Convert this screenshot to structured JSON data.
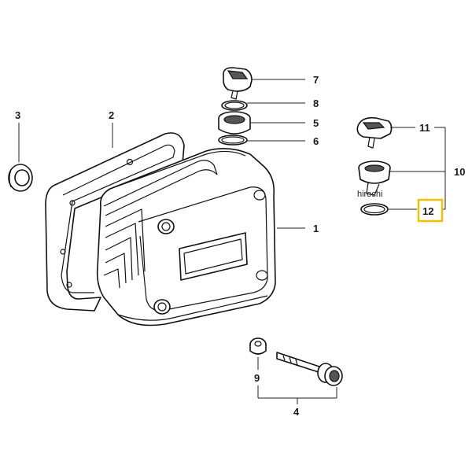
{
  "callouts": {
    "c1": "1",
    "c2": "2",
    "c3": "3",
    "c4": "4",
    "c5": "5",
    "c6": "6",
    "c7": "7",
    "c8": "8",
    "c9": "9",
    "c10": "10",
    "c11": "11",
    "c12": "12"
  },
  "watermark": "hirochi",
  "colors": {
    "highlight": "#f2c200",
    "line": "#222222"
  }
}
